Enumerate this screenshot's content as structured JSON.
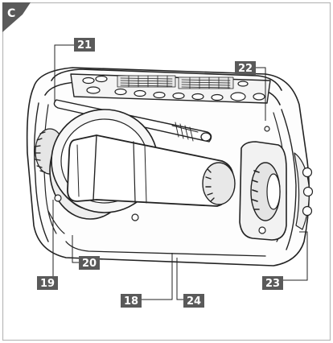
{
  "corner_label": "C",
  "callouts": [
    {
      "id": "c21",
      "label": "21"
    },
    {
      "id": "c22",
      "label": "22"
    },
    {
      "id": "c20",
      "label": "20"
    },
    {
      "id": "c19",
      "label": "19"
    },
    {
      "id": "c23",
      "label": "23"
    },
    {
      "id": "c18",
      "label": "18"
    },
    {
      "id": "c24",
      "label": "24"
    }
  ],
  "colors": {
    "badge": "#5a5a5a",
    "frame": "#b8b8b8",
    "line": "#222222"
  }
}
